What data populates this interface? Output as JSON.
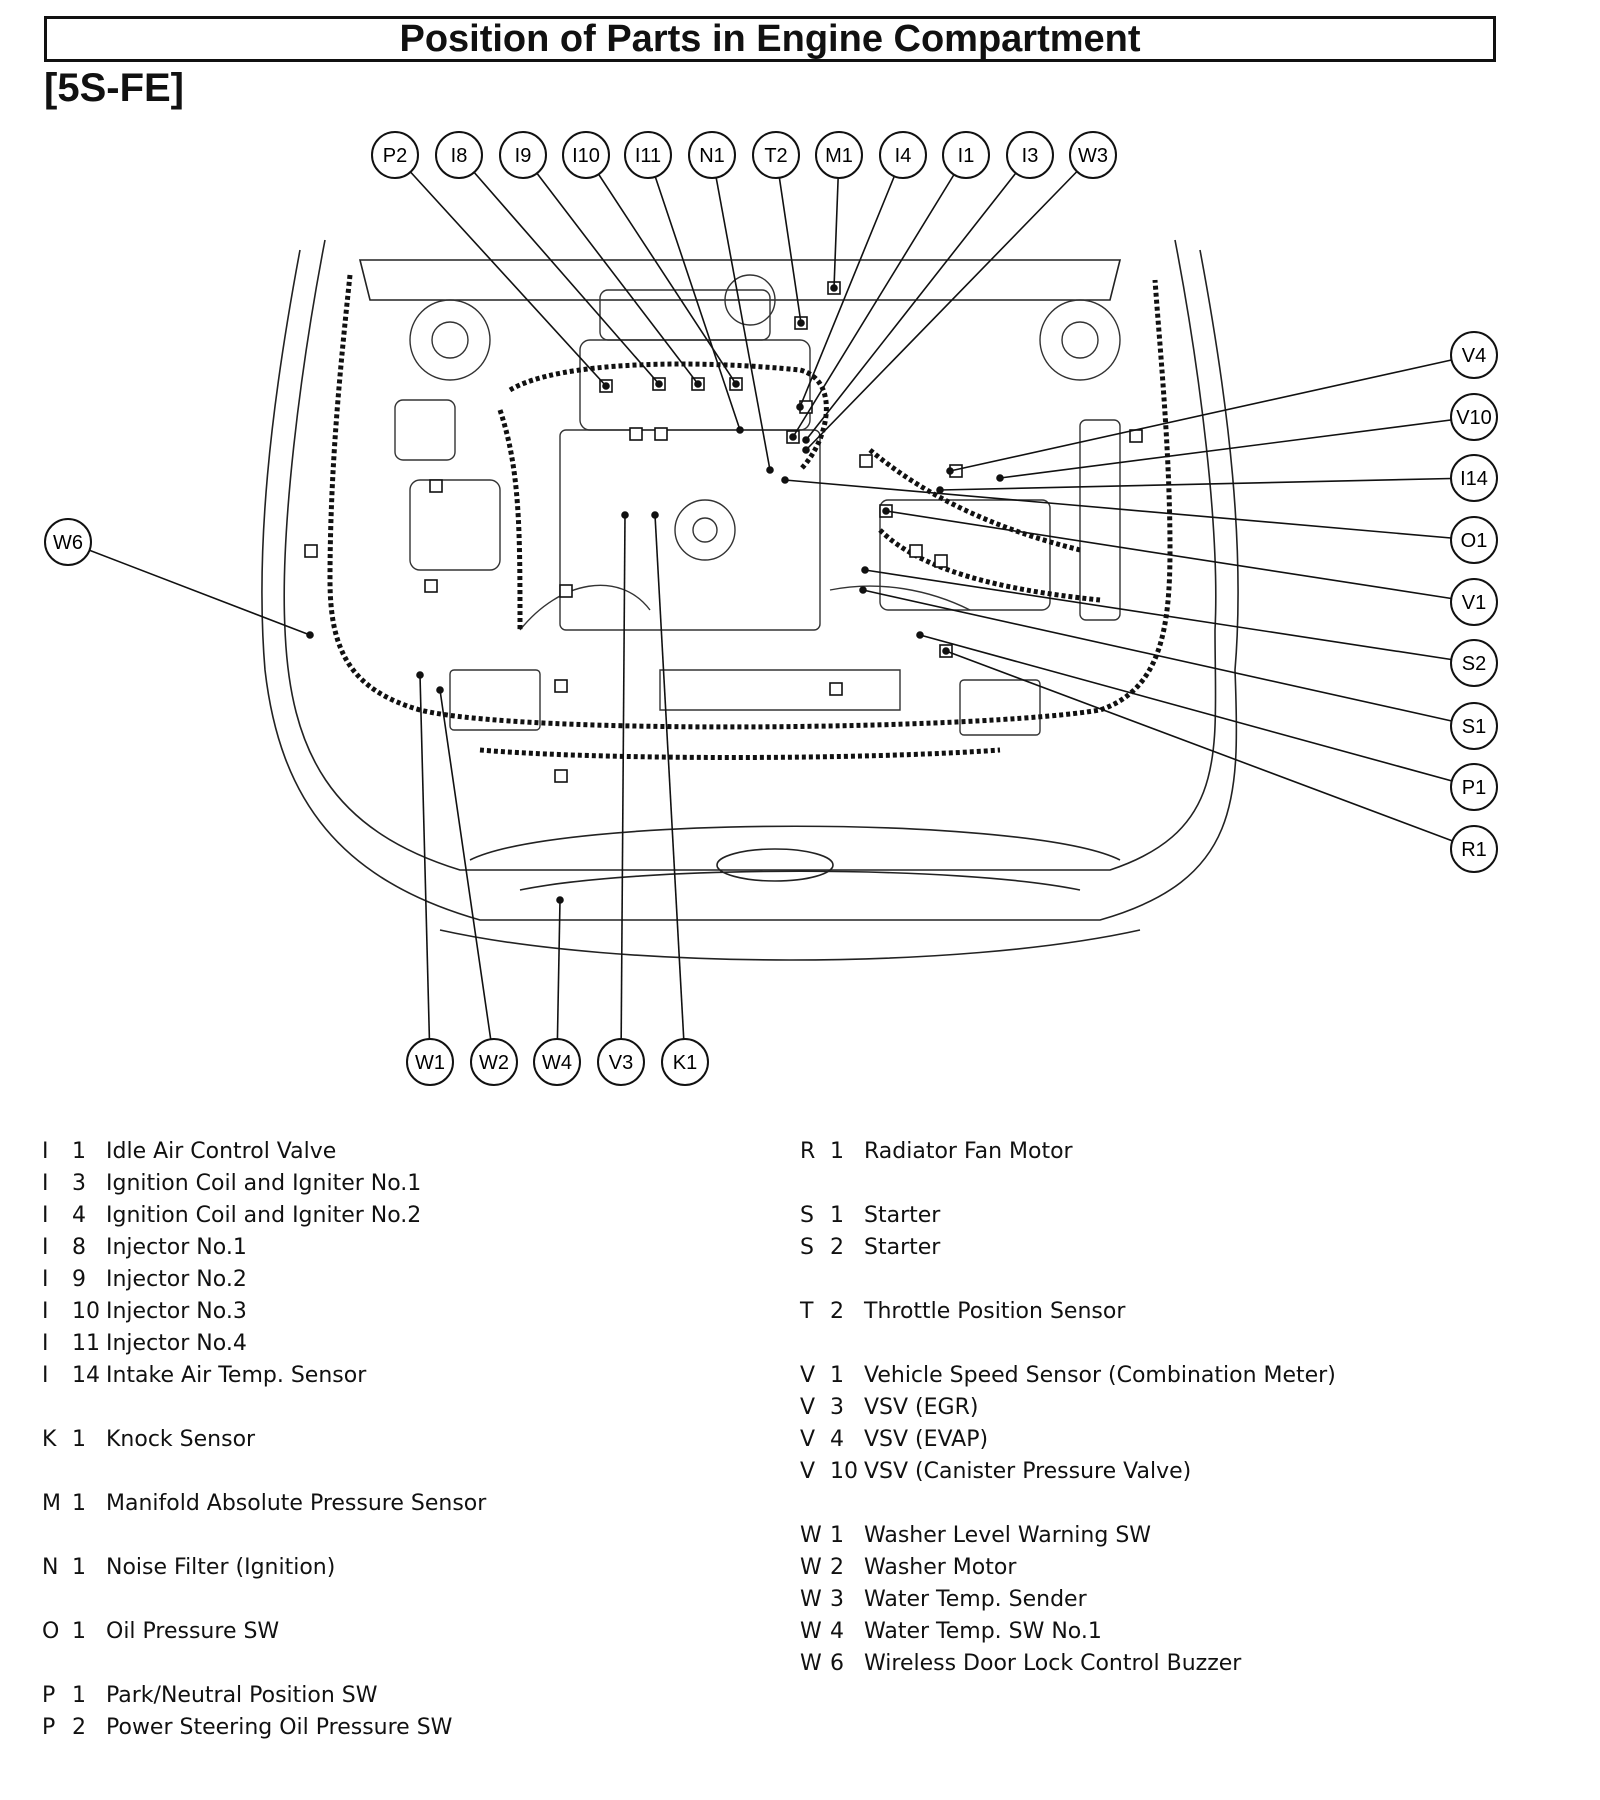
{
  "header": {
    "title": "Position of Parts in Engine Compartment",
    "subtitle": "[5S-FE]"
  },
  "callouts": {
    "top": [
      "P2",
      "I8",
      "I9",
      "I10",
      "I11",
      "N1",
      "T2",
      "M1",
      "I4",
      "I1",
      "I3",
      "W3"
    ],
    "right": [
      "V4",
      "V10",
      "I14",
      "O1",
      "V1",
      "S2",
      "S1",
      "P1",
      "R1"
    ],
    "left": [
      "W6"
    ],
    "bottom": [
      "W1",
      "W2",
      "W4",
      "V3",
      "K1"
    ]
  },
  "legend_left": [
    {
      "letter": "I",
      "num": "1",
      "name": "Idle Air Control Valve"
    },
    {
      "letter": "I",
      "num": "3",
      "name": "Ignition Coil and Igniter No.1"
    },
    {
      "letter": "I",
      "num": "4",
      "name": "Ignition Coil and Igniter No.2"
    },
    {
      "letter": "I",
      "num": "8",
      "name": "Injector No.1"
    },
    {
      "letter": "I",
      "num": "9",
      "name": "Injector No.2"
    },
    {
      "letter": "I",
      "num": "10",
      "name": "Injector No.3"
    },
    {
      "letter": "I",
      "num": "11",
      "name": "Injector No.4"
    },
    {
      "letter": "I",
      "num": "14",
      "name": "Intake Air Temp. Sensor"
    },
    {
      "letter": "K",
      "num": "1",
      "name": "Knock Sensor"
    },
    {
      "letter": "M",
      "num": "1",
      "name": "Manifold Absolute Pressure Sensor"
    },
    {
      "letter": "N",
      "num": "1",
      "name": "Noise Filter (Ignition)"
    },
    {
      "letter": "O",
      "num": "1",
      "name": "Oil Pressure SW"
    },
    {
      "letter": "P",
      "num": "1",
      "name": "Park/Neutral Position SW"
    },
    {
      "letter": "P",
      "num": "2",
      "name": "Power Steering Oil Pressure SW"
    }
  ],
  "legend_right": [
    {
      "letter": "R",
      "num": "1",
      "name": "Radiator Fan Motor"
    },
    {
      "letter": "S",
      "num": "1",
      "name": "Starter"
    },
    {
      "letter": "S",
      "num": "2",
      "name": "Starter"
    },
    {
      "letter": "T",
      "num": "2",
      "name": "Throttle Position Sensor"
    },
    {
      "letter": "V",
      "num": "1",
      "name": "Vehicle Speed Sensor (Combination Meter)"
    },
    {
      "letter": "V",
      "num": "3",
      "name": "VSV (EGR)"
    },
    {
      "letter": "V",
      "num": "4",
      "name": "VSV (EVAP)"
    },
    {
      "letter": "V",
      "num": "10",
      "name": "VSV (Canister Pressure Valve)"
    },
    {
      "letter": "W",
      "num": "1",
      "name": "Washer Level Warning SW"
    },
    {
      "letter": "W",
      "num": "2",
      "name": "Washer Motor"
    },
    {
      "letter": "W",
      "num": "3",
      "name": "Water Temp. Sender"
    },
    {
      "letter": "W",
      "num": "4",
      "name": "Water Temp. SW No.1"
    },
    {
      "letter": "W",
      "num": "6",
      "name": "Wireless Door Lock Control Buzzer"
    }
  ]
}
